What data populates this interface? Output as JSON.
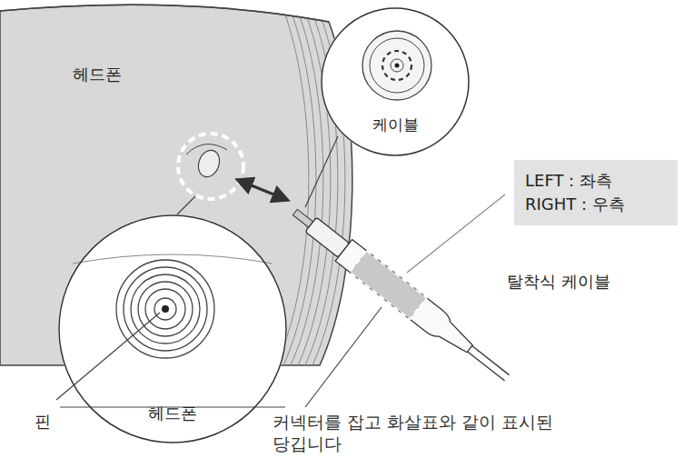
{
  "diagram": {
    "nodes": [
      {
        "text": [
          "케이블"
        ]
      },
      {
        "text": [
          "LEFT：좌측",
          "RIGHT：우측"
        ]
      },
      {
        "text": [
          "헤드폰"
        ]
      }
    ],
    "labels": [
      "헤드폰",
      "탈착식 케이블",
      "핀",
      "커넥터를 잡고 화살표와 같이 표시된",
      "당깁니다"
    ]
  }
}
